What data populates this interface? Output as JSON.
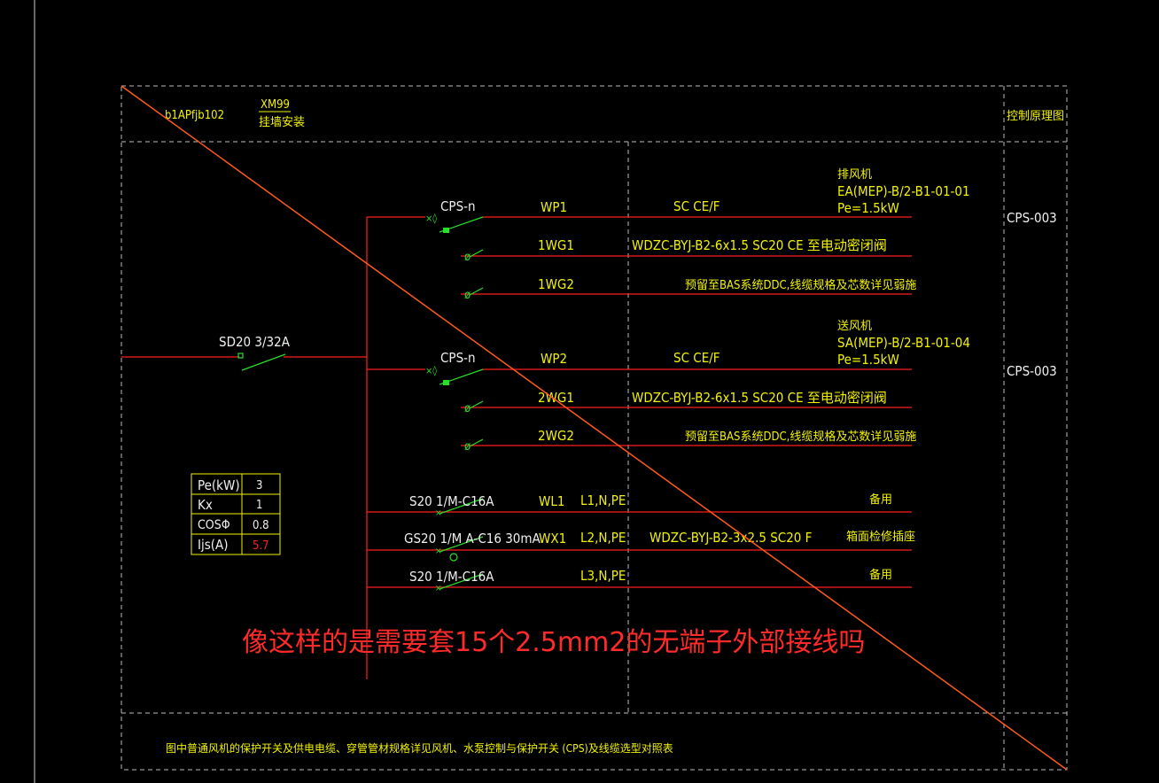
{
  "header": {
    "panel_id": "b1APfjb102",
    "model": "XM99",
    "install": "挂墙安装",
    "title_right": "控制原理图"
  },
  "main_switch": {
    "label": "SD20 3/32A"
  },
  "circuits": [
    {
      "breaker": "CPS-n",
      "feeder": "WP1",
      "conduit": "SC CE/F",
      "device": "排风机",
      "device_code": "EA(MEP)-B/2-B1-01-01",
      "power": "Pe=1.5kW",
      "ref": "CPS-003"
    },
    {
      "breaker": "CPS-n",
      "feeder": "WP2",
      "conduit": "SC CE/F",
      "device": "送风机",
      "device_code": "SA(MEP)-B/2-B1-01-04",
      "power": "Pe=1.5kW",
      "ref": "CPS-003"
    }
  ],
  "control_lines": [
    {
      "id": "1WG1",
      "text": "WDZC-BYJ-B2-6x1.5   SC20    CE 至电动密闭阀"
    },
    {
      "id": "1WG2",
      "text": "预留至BAS系统DDC,线缆规格及芯数详见弱施"
    },
    {
      "id": "2WG1",
      "text": "WDZC-BYJ-B2-6x1.5   SC20    CE 至电动密闭阀"
    },
    {
      "id": "2WG2",
      "text": "预留至BAS系统DDC,线缆规格及芯数详见弱施"
    }
  ],
  "branches": [
    {
      "breaker": "S20 1/M-C16A",
      "id": "WL1",
      "phase": "L1,N,PE",
      "cable": "",
      "use": "备用"
    },
    {
      "breaker": "GS20 1/M A-C16 30mA",
      "id": "WX1",
      "phase": "L2,N,PE",
      "cable": "WDZC-BYJ-B2-3x2.5  SC20  F",
      "use": "箱面检修插座"
    },
    {
      "breaker": "S20 1/M-C16A",
      "id": "",
      "phase": "L3,N,PE",
      "cable": "",
      "use": "备用"
    }
  ],
  "load_table": [
    {
      "k": "Pe(kW)",
      "v": "3"
    },
    {
      "k": "Kx",
      "v": "1"
    },
    {
      "k": "COSΦ",
      "v": "0.8"
    },
    {
      "k": "Ijs(A)",
      "v": "5.7"
    }
  ],
  "question": "像这样的是需要套15个2.5mm2的无端子外部接线吗",
  "footer_note": "图中普通风机的保护开关及供电电缆、穿管管材规格详见风机、水泵控制与保护开关 (CPS)及线缆选型对照表",
  "colors": {
    "background": "#000000",
    "text_yellow": "#f2f200",
    "wire_red": "#ff1e1e",
    "switch_green": "#28e028",
    "diagonal_orange": "#ff5a1a"
  }
}
